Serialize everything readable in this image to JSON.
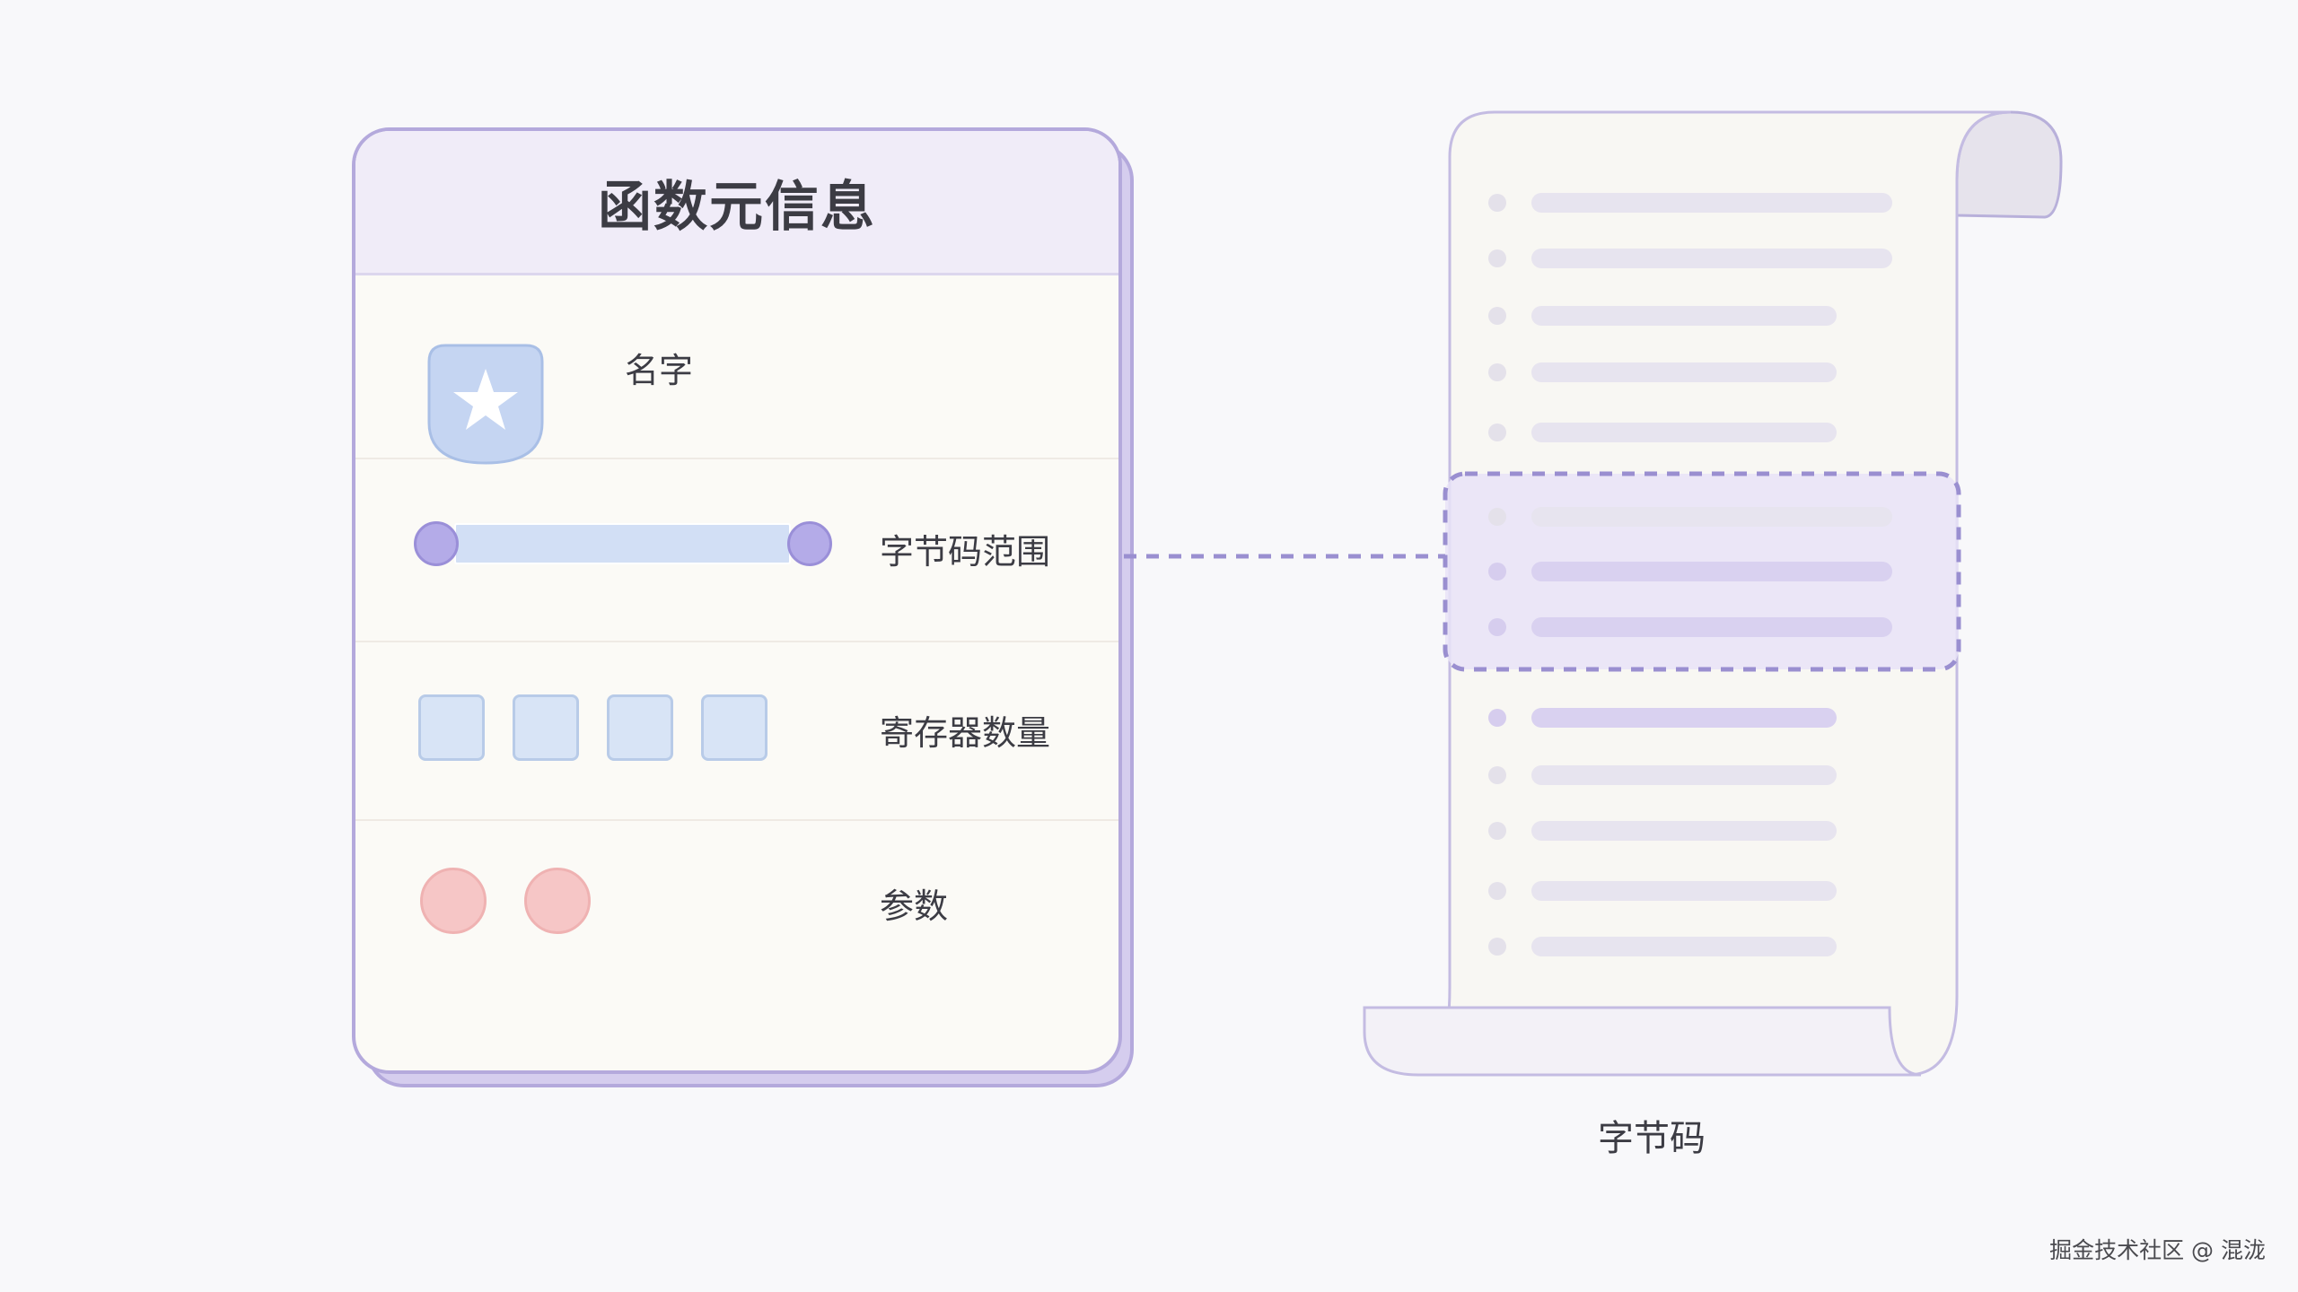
{
  "card": {
    "title": "函数元信息",
    "rows": [
      {
        "label": "名字",
        "icon": "star-shield-icon"
      },
      {
        "label": "字节码范围"
      },
      {
        "label": "寄存器数量",
        "count": 4
      },
      {
        "label": "参数",
        "count": 2
      }
    ]
  },
  "scroll": {
    "caption": "字节码",
    "line_count": 13,
    "highlighted_lines": [
      6,
      7,
      8
    ]
  },
  "watermark": "掘金技术社区 @ 混泷",
  "colors": {
    "accent_purple": "#b4a9dc",
    "highlight_fill": "#e9e3f7",
    "register_blue": "#d8e4f6",
    "param_pink": "#f6c6c6"
  }
}
